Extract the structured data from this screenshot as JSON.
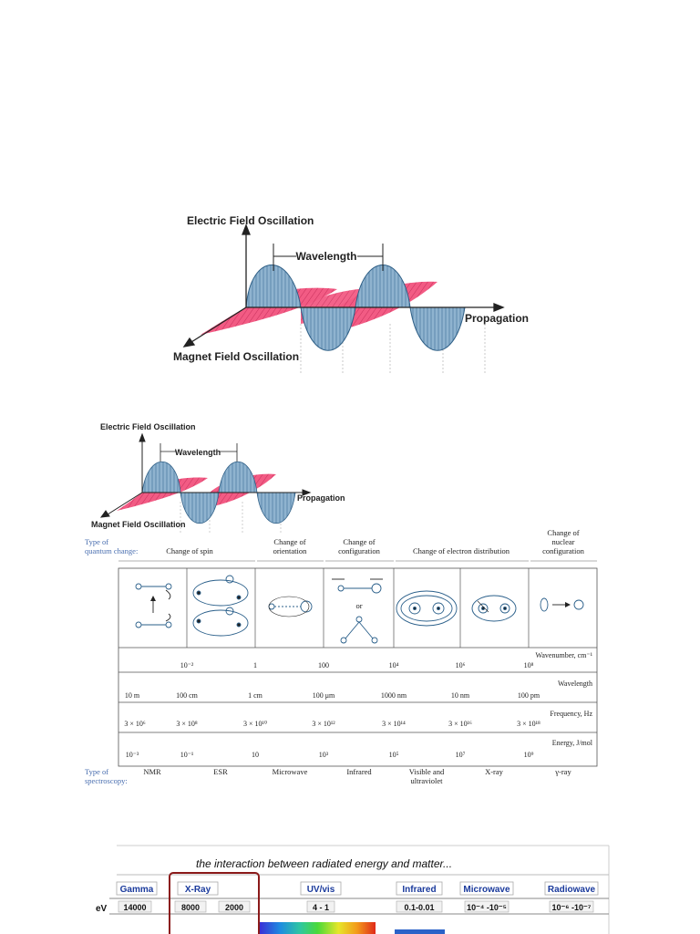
{
  "wave1": {
    "electric_label": "Electric Field Oscillation",
    "magnet_label": "Magnet Field Oscillation",
    "wavelength_label": "Wavelength",
    "propagation_label": "Propagation"
  },
  "wave2": {
    "electric_label": "Electric Field Oscillation",
    "magnet_label": "Magnet Field Oscillation",
    "wavelength_label": "Wavelength",
    "propagation_label": "Propagation"
  },
  "spectroscopy": {
    "quantum_change_label_1": "Type of",
    "quantum_change_label_2": "quantum change:",
    "quantum_changes": [
      {
        "line1": "Change of spin",
        "line2": "",
        "line3": ""
      },
      {
        "line1": "Change of",
        "line2": "orientation",
        "line3": ""
      },
      {
        "line1": "Change of",
        "line2": "configuration",
        "line3": ""
      },
      {
        "line1": "Change of electron distribution",
        "line2": "",
        "line3": ""
      },
      {
        "line1": "Change of",
        "line2": "nuclear",
        "line3": "configuration"
      }
    ],
    "or_label": "or",
    "wavenumber": {
      "title": "Wavenumber, cm⁻¹",
      "values": [
        "10⁻²",
        "1",
        "100",
        "10⁴",
        "10⁶",
        "10⁸"
      ]
    },
    "wavelength": {
      "title": "Wavelength",
      "values": [
        "10 m",
        "100 cm",
        "1 cm",
        "100 μm",
        "1000 nm",
        "10 nm",
        "100 pm"
      ]
    },
    "frequency": {
      "title": "Frequency, Hz",
      "values": [
        "3 × 10⁶",
        "3 × 10⁸",
        "3 × 10¹⁰",
        "3 × 10¹²",
        "3 × 10¹⁴",
        "3 × 10¹⁶",
        "3 × 10¹⁸"
      ]
    },
    "energy": {
      "title": "Energy, J/mol",
      "values": [
        "10⁻³",
        "10⁻¹",
        "10",
        "10³",
        "10⁵",
        "10⁷",
        "10⁹"
      ]
    },
    "spectroscopy_label_1": "Type of",
    "spectroscopy_label_2": "spectroscopy:",
    "types": [
      {
        "line1": "NMR",
        "line2": ""
      },
      {
        "line1": "ESR",
        "line2": ""
      },
      {
        "line1": "Microwave",
        "line2": ""
      },
      {
        "line1": "Infrared",
        "line2": ""
      },
      {
        "line1": "Visible and",
        "line2": "ultraviolet"
      },
      {
        "line1": "X-ray",
        "line2": ""
      },
      {
        "line1": "γ-ray",
        "line2": ""
      }
    ]
  },
  "bottom": {
    "caption": "the interaction between radiated energy and matter...",
    "unit": "eV",
    "bands": [
      {
        "name": "Gamma",
        "values": [
          "14000"
        ]
      },
      {
        "name": "X-Ray",
        "values": [
          "8000",
          "2000"
        ]
      },
      {
        "name": "UV/vis",
        "values": [
          "4 - 1"
        ]
      },
      {
        "name": "Infrared",
        "values": [
          "0.1-0.01"
        ]
      },
      {
        "name": "Microwave",
        "values": [
          "10⁻⁴ -10⁻⁵"
        ]
      },
      {
        "name": "Radiowave",
        "values": [
          "10⁻⁶ -10⁻⁷"
        ]
      }
    ],
    "highlight_color": "#8b1a1a",
    "label_color": "#1a3a9c"
  }
}
